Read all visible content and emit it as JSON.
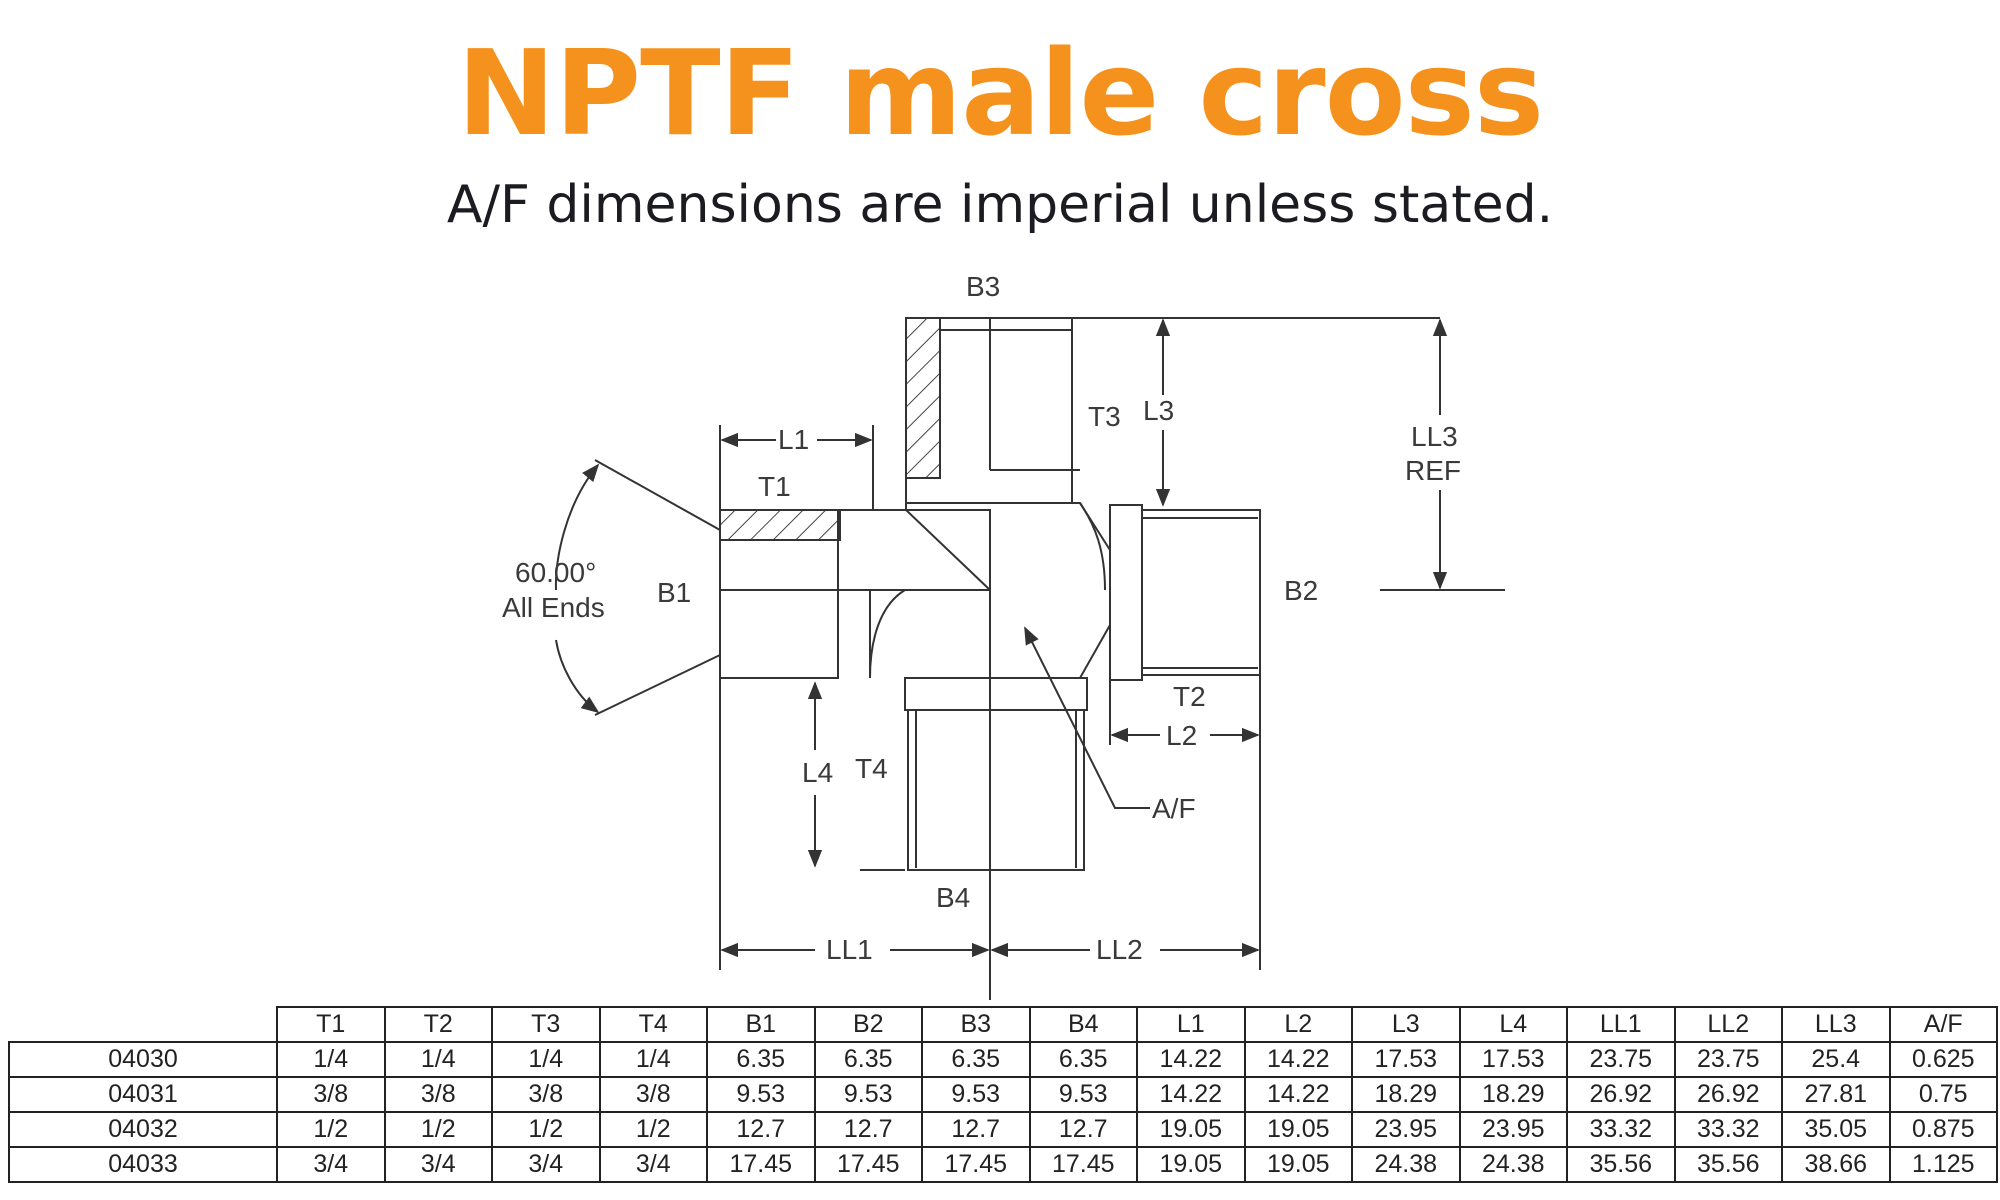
{
  "title": "NPTF male cross",
  "subtitle": "A/F dimensions are imperial unless stated.",
  "diagram": {
    "labels": {
      "b3": "B3",
      "l1": "L1",
      "t1": "T1",
      "t3": "T3",
      "l3": "L3",
      "ll3": "LL3",
      "ref": "REF",
      "angle": "60.00°",
      "all_ends": "All Ends",
      "b1": "B1",
      "b2": "B2",
      "t2": "T2",
      "l2": "L2",
      "l4": "L4",
      "t4": "T4",
      "af": "A/F",
      "b4": "B4",
      "ll1": "LL1",
      "ll2": "LL2"
    }
  },
  "table": {
    "headers": [
      "",
      "T1",
      "T2",
      "T3",
      "T4",
      "B1",
      "B2",
      "B3",
      "B4",
      "L1",
      "L2",
      "L3",
      "L4",
      "LL1",
      "LL2",
      "LL3",
      "A/F"
    ],
    "rows": [
      [
        "04030",
        "1/4",
        "1/4",
        "1/4",
        "1/4",
        "6.35",
        "6.35",
        "6.35",
        "6.35",
        "14.22",
        "14.22",
        "17.53",
        "17.53",
        "23.75",
        "23.75",
        "25.4",
        "0.625"
      ],
      [
        "04031",
        "3/8",
        "3/8",
        "3/8",
        "3/8",
        "9.53",
        "9.53",
        "9.53",
        "9.53",
        "14.22",
        "14.22",
        "18.29",
        "18.29",
        "26.92",
        "26.92",
        "27.81",
        "0.75"
      ],
      [
        "04032",
        "1/2",
        "1/2",
        "1/2",
        "1/2",
        "12.7",
        "12.7",
        "12.7",
        "12.7",
        "19.05",
        "19.05",
        "23.95",
        "23.95",
        "33.32",
        "33.32",
        "35.05",
        "0.875"
      ],
      [
        "04033",
        "3/4",
        "3/4",
        "3/4",
        "3/4",
        "17.45",
        "17.45",
        "17.45",
        "17.45",
        "19.05",
        "19.05",
        "24.38",
        "24.38",
        "35.56",
        "35.56",
        "38.66",
        "1.125"
      ]
    ]
  }
}
